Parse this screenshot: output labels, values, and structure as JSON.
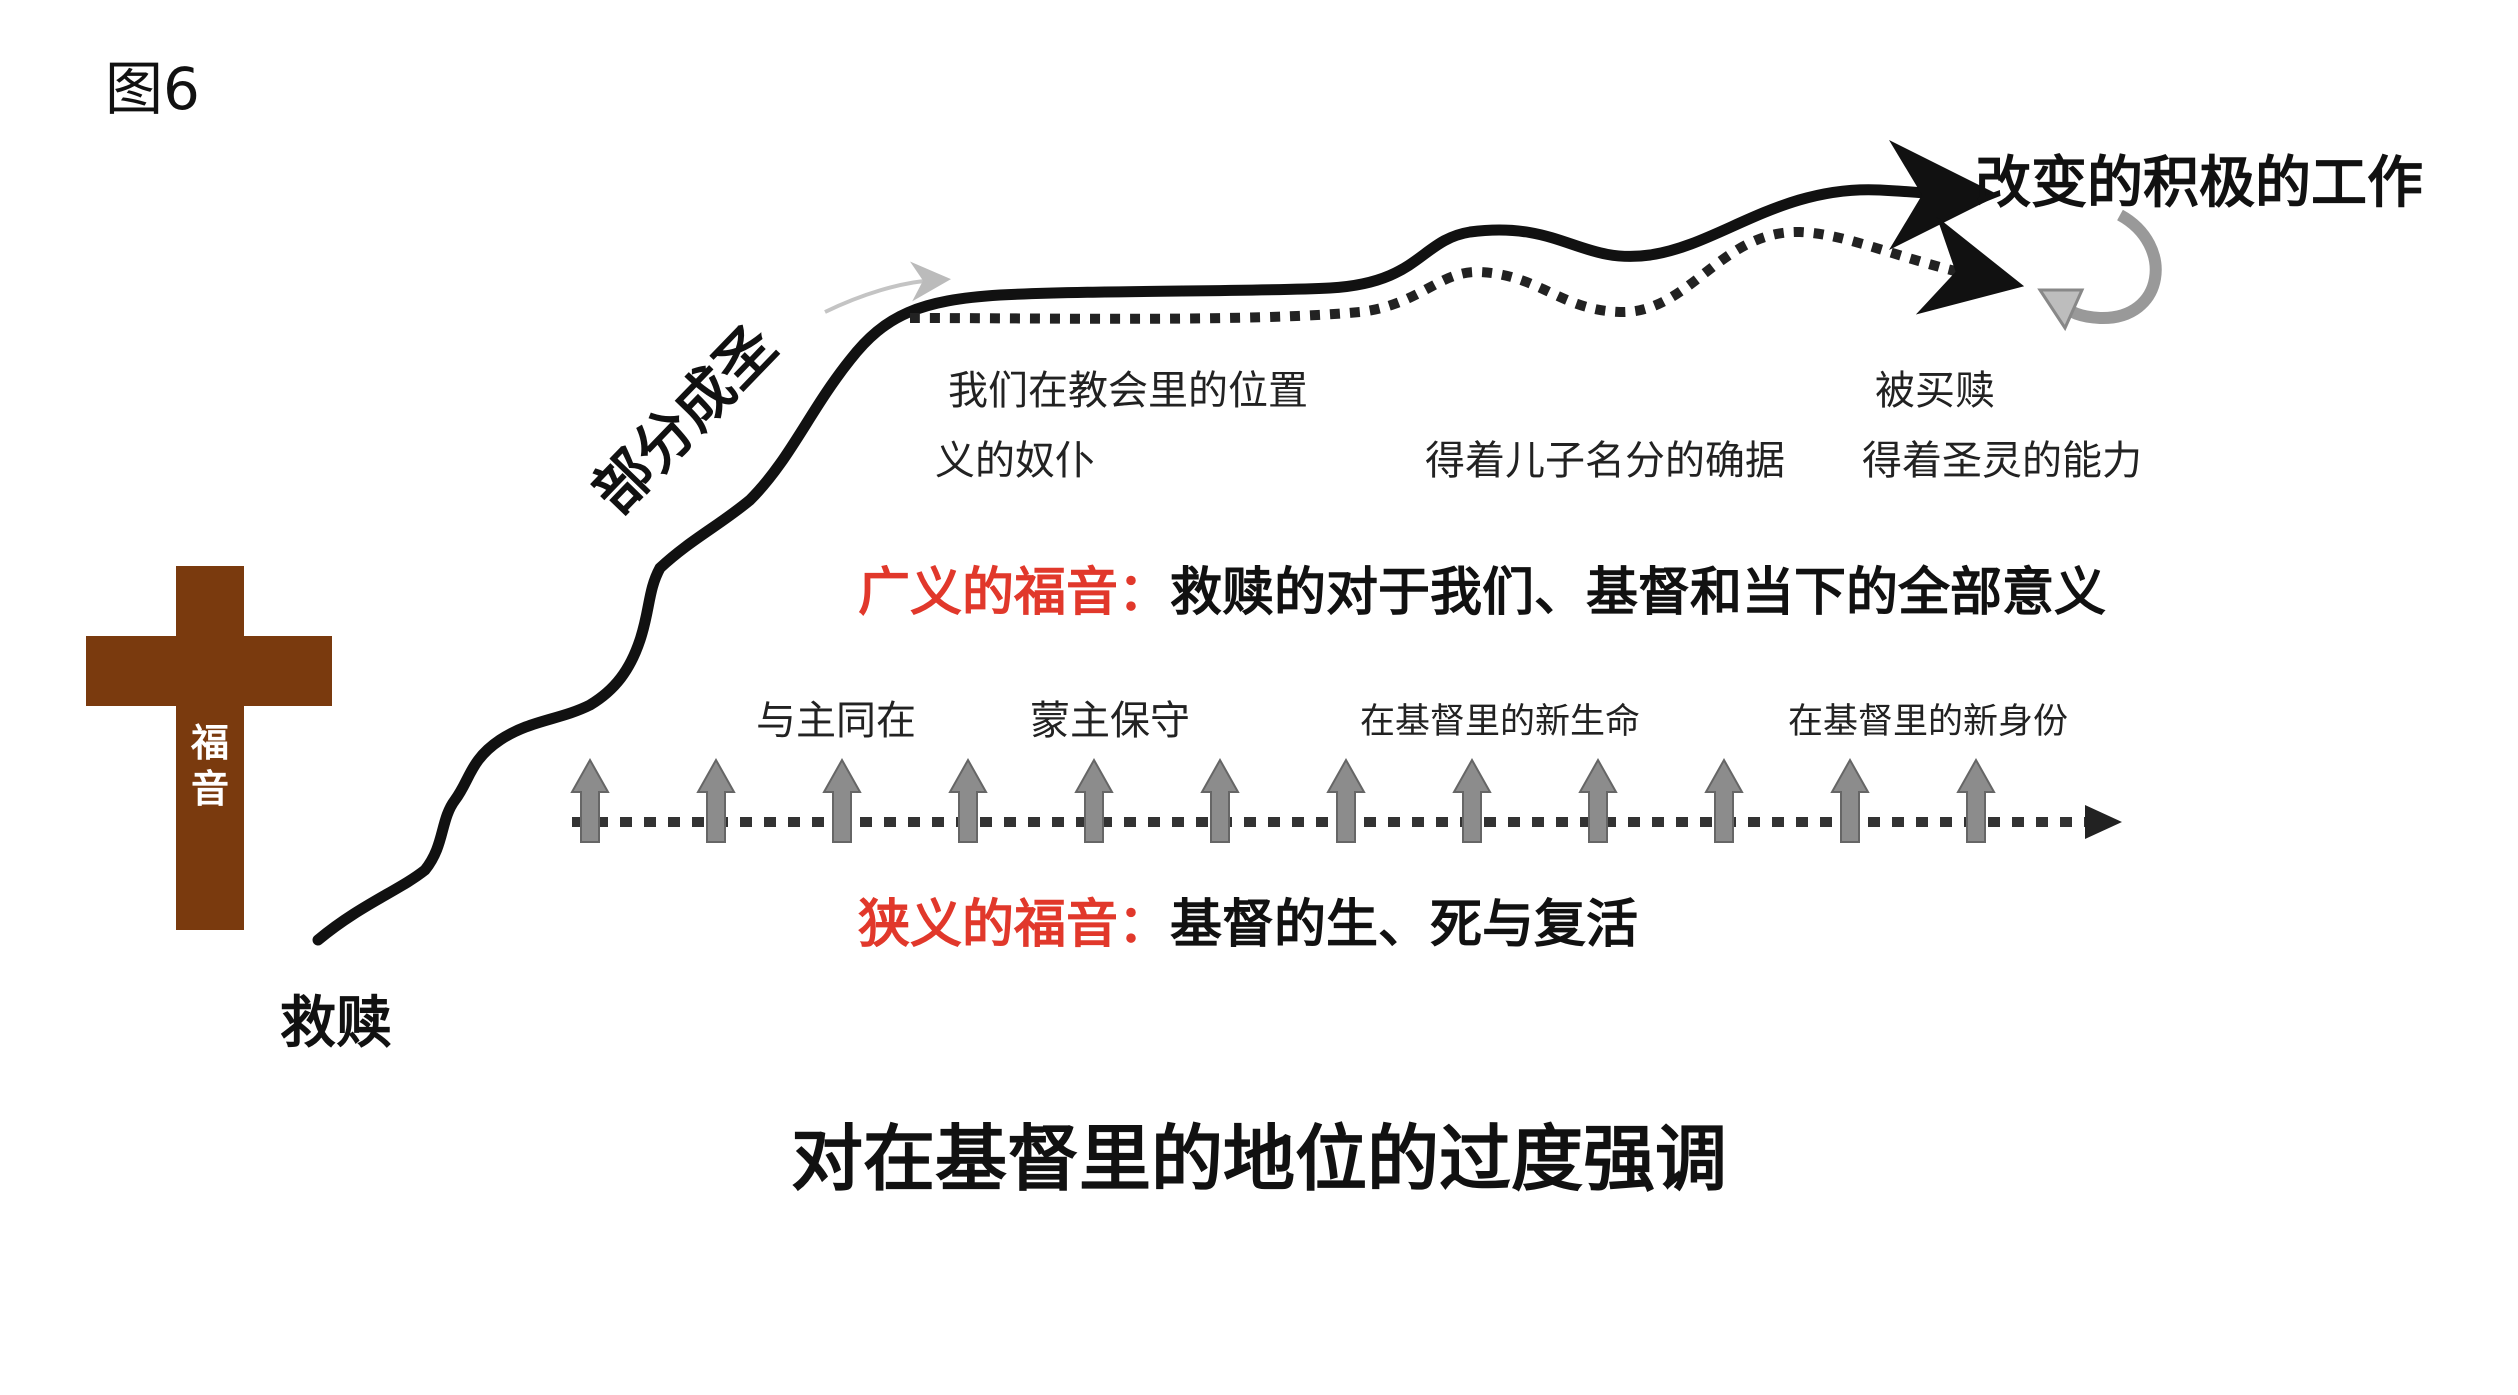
{
  "figure_label": "图6",
  "goal_label": "改变的积极的工作",
  "partial_label": "部分成圣",
  "redemption_label": "救赎",
  "cross_label": "福音",
  "upper_labels": {
    "position_in_church": "我们在教会里的位置",
    "slave_of_righteousness": "义的奴仆",
    "redeemed": "被买赎",
    "sonship": "得着儿子名分的确据",
    "spirit_power": "得着圣灵的能力"
  },
  "broad_gospel": {
    "term": "广义的福音：",
    "text": "救赎的对于我们、基督和当下的全部意义"
  },
  "narrow_gospel": {
    "term": "狭义的福音：",
    "text": "基督的生、死与复活"
  },
  "lower_labels": {
    "with_lord": "与主同在",
    "kept_by_lord": "蒙主保守",
    "new_life": "在基督里的新生命",
    "new_identity": "在基督里的新身份"
  },
  "title": "对在基督里的地位的过度强调",
  "colors": {
    "cross": "#7a3a0e",
    "accent_red": "#e1382b",
    "arrow_gray": "#8c8c8c",
    "line": "#111111"
  }
}
